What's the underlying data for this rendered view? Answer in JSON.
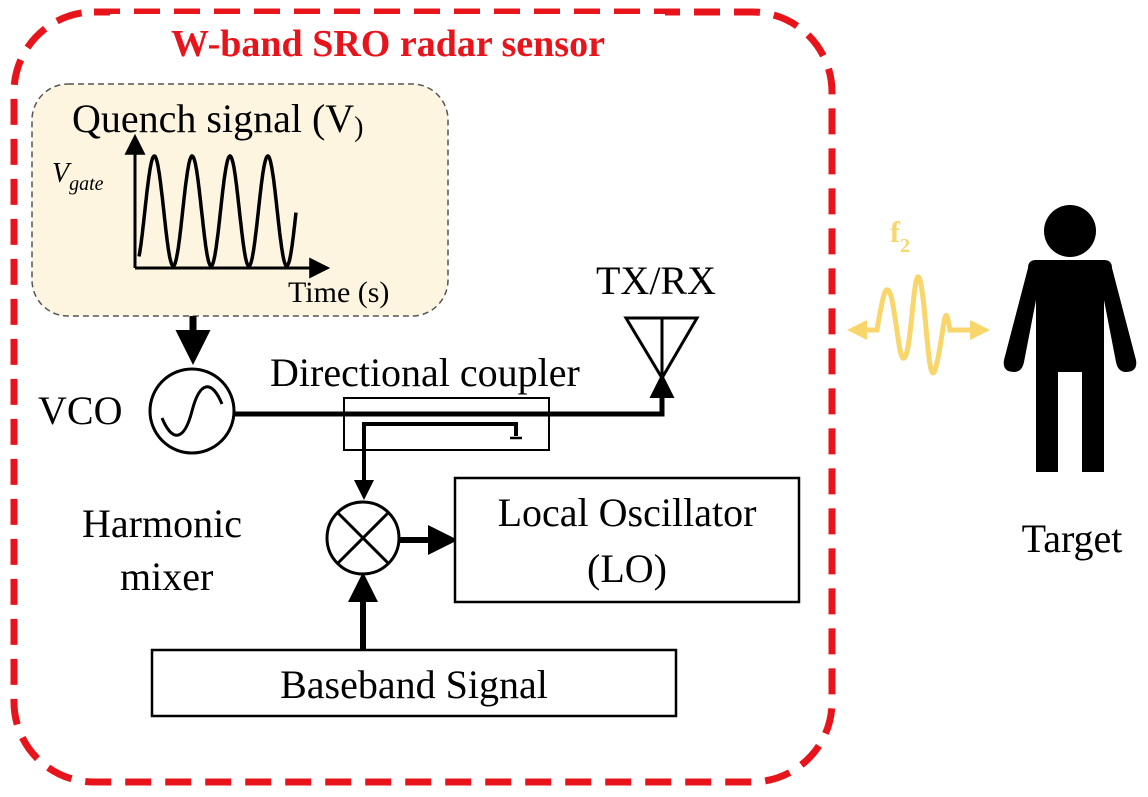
{
  "title": "W-band SRO radar sensor",
  "quench": {
    "label": "Quench signal (V",
    "label_close": ")",
    "y_label_v": "V",
    "y_label_sub": "gate",
    "x_label": "Time (s)"
  },
  "blocks": {
    "vco": "VCO",
    "coupler": "Directional coupler",
    "antenna": "TX/RX",
    "mixer_line1": "Harmonic",
    "mixer_line2": "mixer",
    "lo_line1": "Local Oscillator",
    "lo_line2": "(LO)",
    "baseband": "Baseband Signal"
  },
  "wireless": {
    "freq_main": "f",
    "freq_sub": "2"
  },
  "target": "Target",
  "colors": {
    "border_red": "#e8141b",
    "quench_fill": "#fdf5e0",
    "wave_yellow": "#f9d66b",
    "black": "#000000"
  },
  "icons": [
    "sine-source-icon",
    "antenna-icon",
    "mixer-cross-icon",
    "person-icon",
    "wave-icon"
  ]
}
